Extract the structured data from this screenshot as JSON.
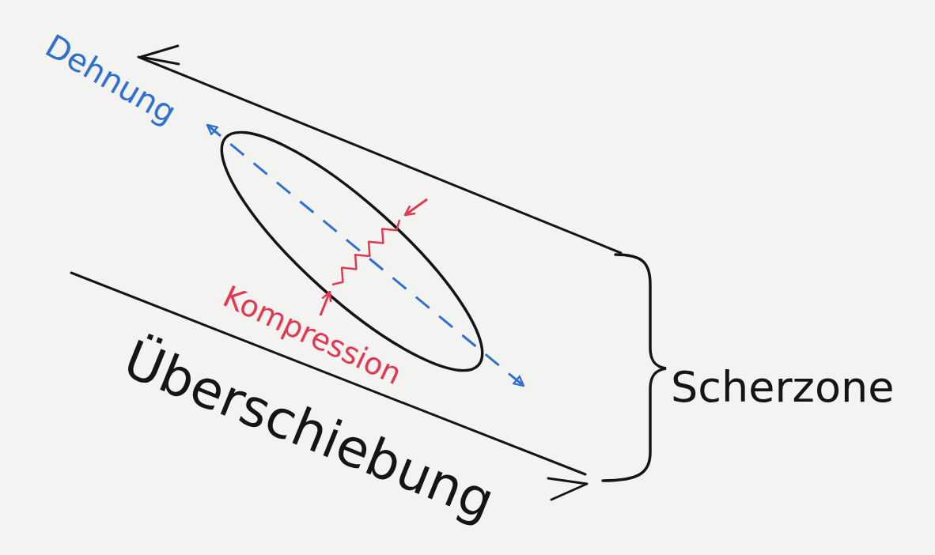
{
  "diagram": {
    "labels": [
      "Dehnung",
      "Kompression",
      "Überschiebung",
      "Scherzone"
    ]
  }
}
